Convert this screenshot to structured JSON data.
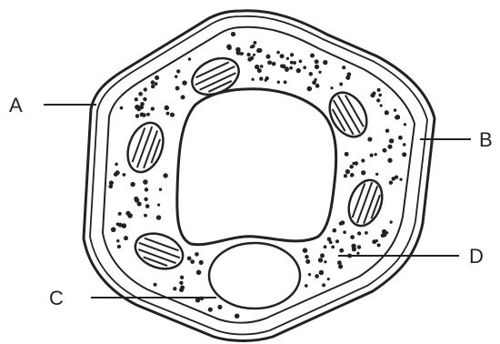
{
  "diagram": {
    "labels": {
      "a": "A",
      "b": "B",
      "c": "C",
      "d": "D"
    },
    "colors": {
      "ink": "#222222",
      "background": "#ffffff"
    }
  }
}
